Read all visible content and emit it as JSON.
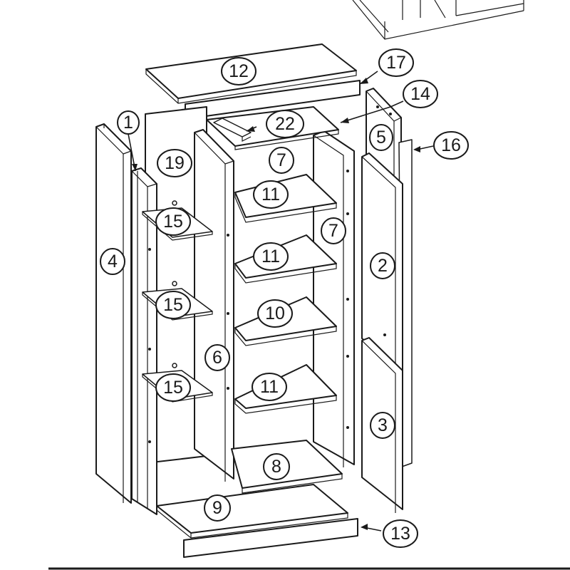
{
  "diagram": {
    "type": "exploded-assembly",
    "part_labels": {
      "p1": "1",
      "p2": "2",
      "p3": "3",
      "p4": "4",
      "p5": "5",
      "p6": "6",
      "p7a": "7",
      "p7b": "7",
      "p8": "8",
      "p9": "9",
      "p10": "10",
      "p11a": "11",
      "p11b": "11",
      "p11c": "11",
      "p12": "12",
      "p13": "13",
      "p14": "14",
      "p15a": "15",
      "p15b": "15",
      "p15c": "15",
      "p16": "16",
      "p17": "17",
      "p19": "19",
      "p22": "22"
    }
  }
}
